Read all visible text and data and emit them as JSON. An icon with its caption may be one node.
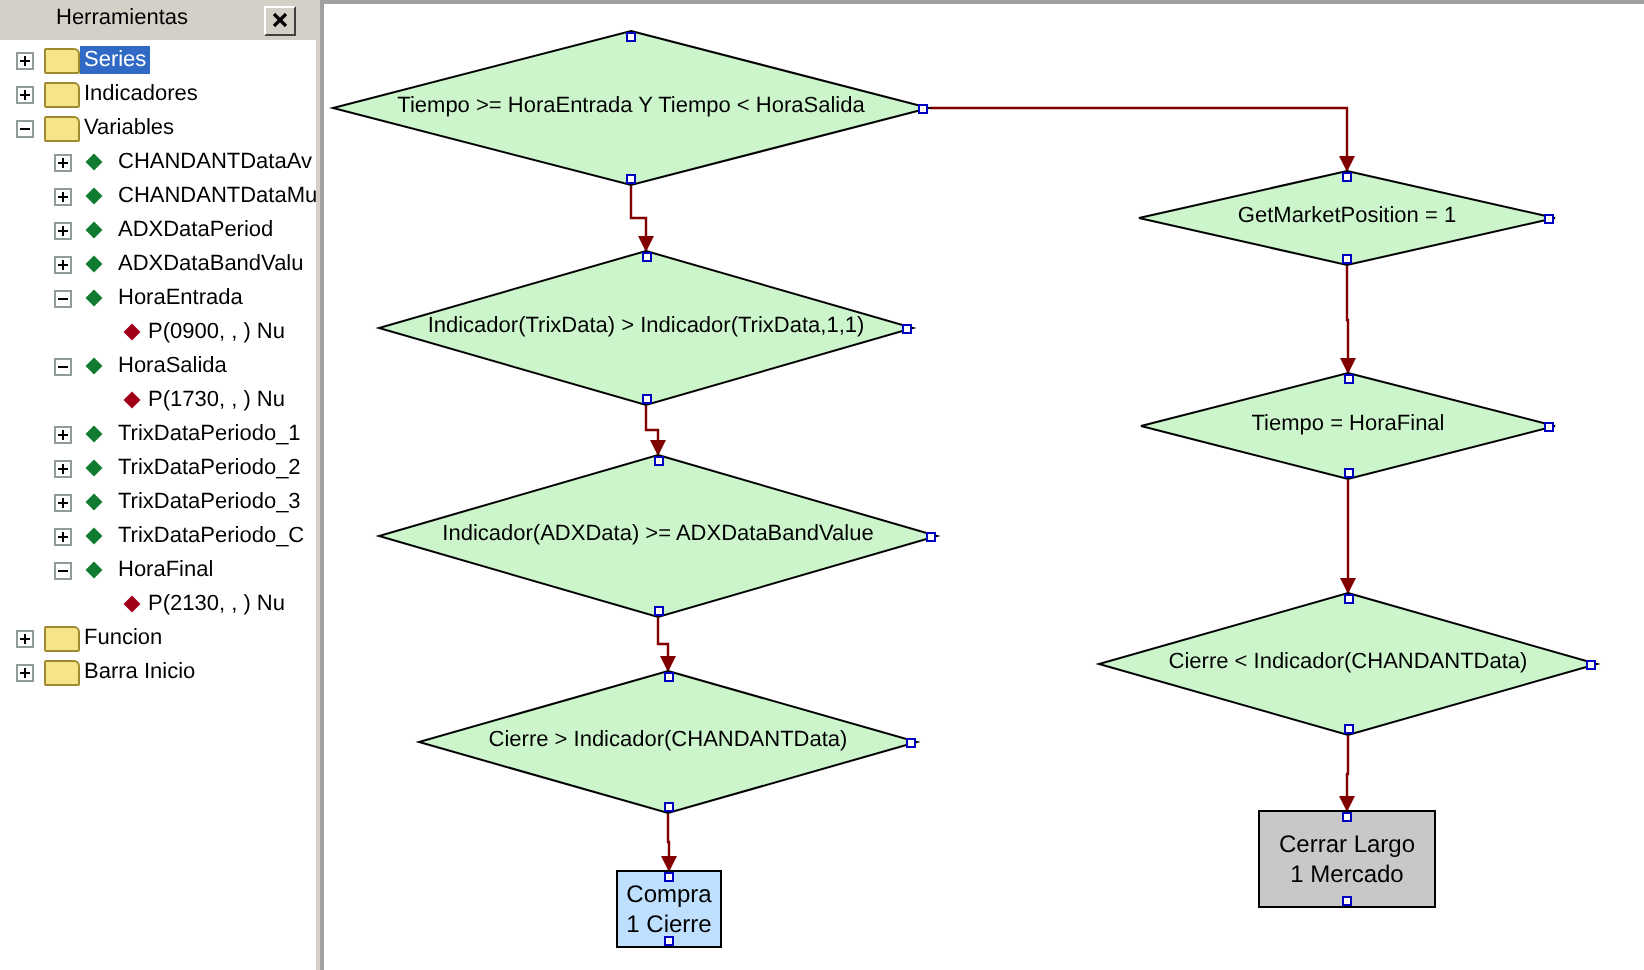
{
  "diagram": {
    "nodes": [
      {
        "text": [
          "Tiempo >= HoraEntrada Y Tiempo < HoraSalida"
        ]
      },
      {
        "text": [
          "Indicador(TrixData) > Indicador(TrixData,1,1)"
        ]
      },
      {
        "text": [
          "Indicador(ADXData) >= ADXDataBandValue"
        ]
      },
      {
        "text": [
          "Cierre > Indicador(CHANDANTData)"
        ]
      },
      {
        "text": [
          "Compra 1 Cierre"
        ]
      },
      {
        "text": [
          "GetMarketPosition = 1"
        ]
      },
      {
        "text": [
          "Tiempo = HoraFinal"
        ]
      },
      {
        "text": [
          "Cierre < Indicador(CHANDANTData)"
        ]
      },
      {
        "text": [
          "Cerrar Largo 1 Mercado"
        ]
      }
    ],
    "edges": [
      {
        "from": 0,
        "to": 1,
        "arrow": "to"
      },
      {
        "from": 1,
        "to": 2,
        "arrow": "to"
      },
      {
        "from": 2,
        "to": 3,
        "arrow": "to"
      },
      {
        "from": 3,
        "to": 4,
        "arrow": "to"
      },
      {
        "from": 0,
        "to": 5,
        "arrow": "to"
      },
      {
        "from": 5,
        "to": 6,
        "arrow": "to"
      },
      {
        "from": 6,
        "to": 7,
        "arrow": "to"
      },
      {
        "from": 7,
        "to": 8,
        "arrow": "to"
      }
    ],
    "labels": [
      "Herramientas",
      "Series",
      "Indicadores",
      "Variables",
      "CHANDANTDataAv",
      "CHANDANTDataMu",
      "ADXDataPeriod",
      "ADXDataBandValu",
      "HoraEntrada",
      "P(0900, , ) Nu",
      "HoraSalida",
      "P(1730, , ) Nu",
      "TrixDataPeriodo_1",
      "TrixDataPeriodo_2",
      "TrixDataPeriodo_3",
      "TrixDataPeriodo_C",
      "HoraFinal",
      "P(2130, , ) Nu",
      "Funcion",
      "Barra Inicio"
    ]
  }
}
